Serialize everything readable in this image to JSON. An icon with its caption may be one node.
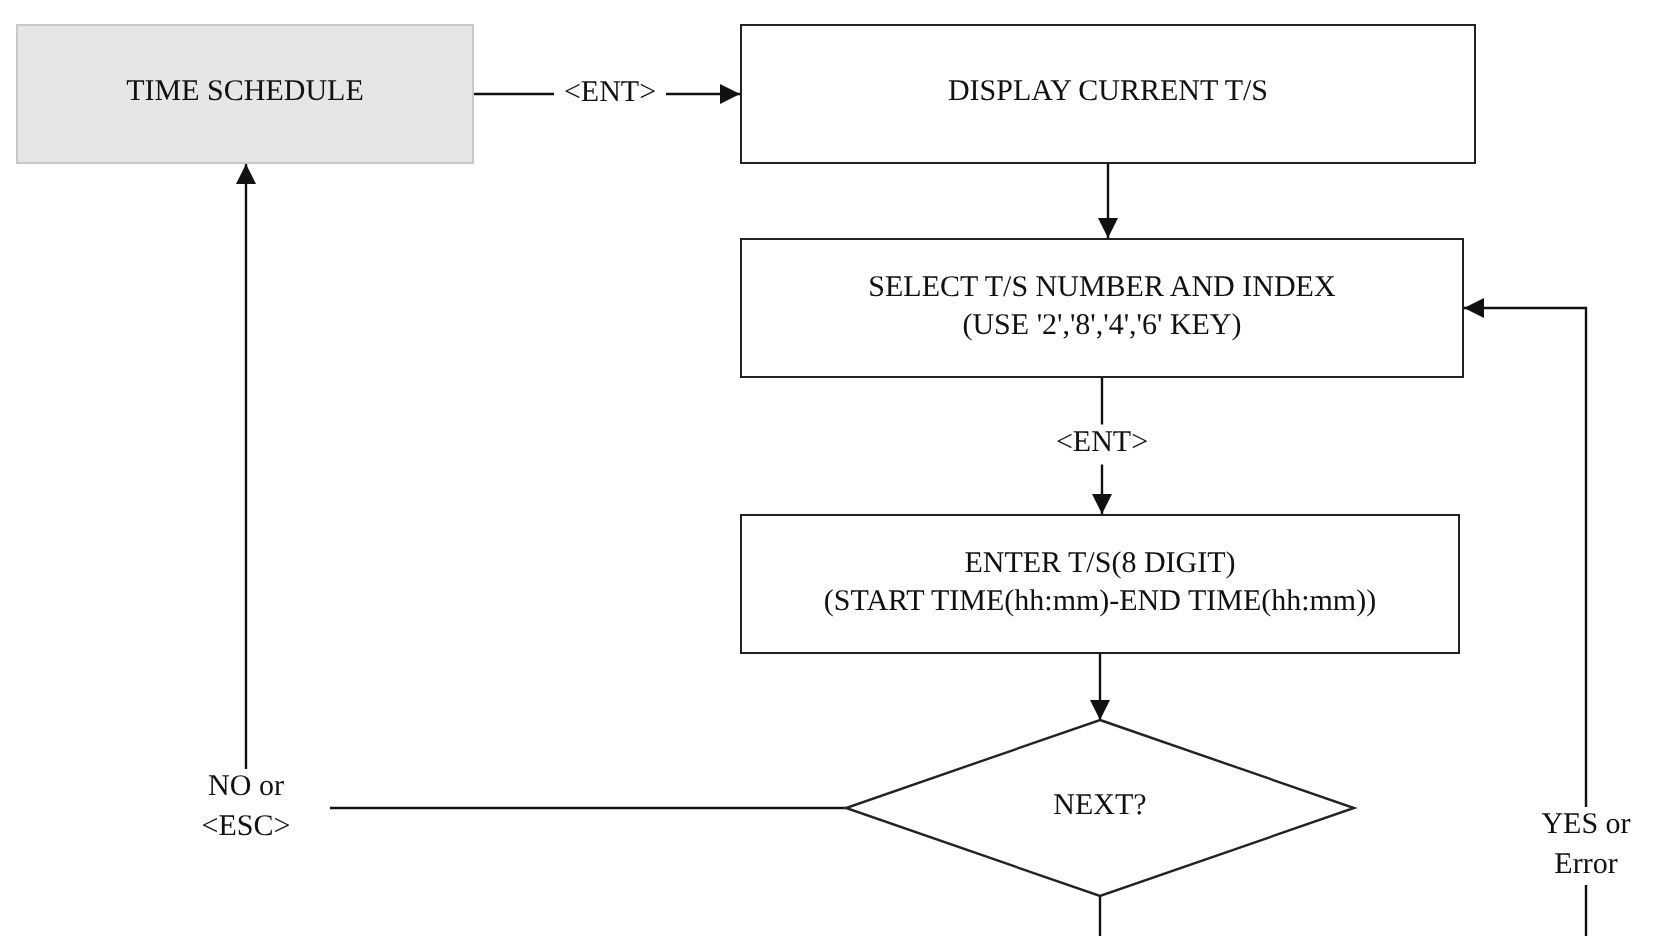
{
  "diagram": {
    "nodes": [
      {
        "text": [
          "TIME SCHEDULE"
        ]
      },
      {
        "text": [
          "DISPLAY CURRENT T/S"
        ]
      },
      {
        "text": [
          "SELECT T/S NUMBER AND INDEX",
          "(USE '2','8','4','6' KEY)"
        ]
      },
      {
        "text": [
          "ENTER T/S(8 DIGIT)",
          "(START TIME(hh:mm)-END TIME(hh:mm))"
        ]
      },
      {
        "text": [
          "NEXT?"
        ]
      }
    ],
    "edges": [
      {
        "from": 0,
        "to": 1,
        "arrow": "to",
        "label": "<ENT>"
      },
      {
        "from": 1,
        "to": 2,
        "arrow": "to"
      },
      {
        "from": 2,
        "to": 3,
        "arrow": "to",
        "label": "<ENT>"
      },
      {
        "from": 3,
        "to": 4,
        "arrow": "to"
      },
      {
        "from": 4,
        "to": 0,
        "arrow": "to",
        "label": "NO or <ESC>"
      },
      {
        "from": 4,
        "to": null,
        "arrow": "none"
      },
      {
        "from": null,
        "to": 2,
        "arrow": "to",
        "label": "YES or Error"
      }
    ]
  }
}
